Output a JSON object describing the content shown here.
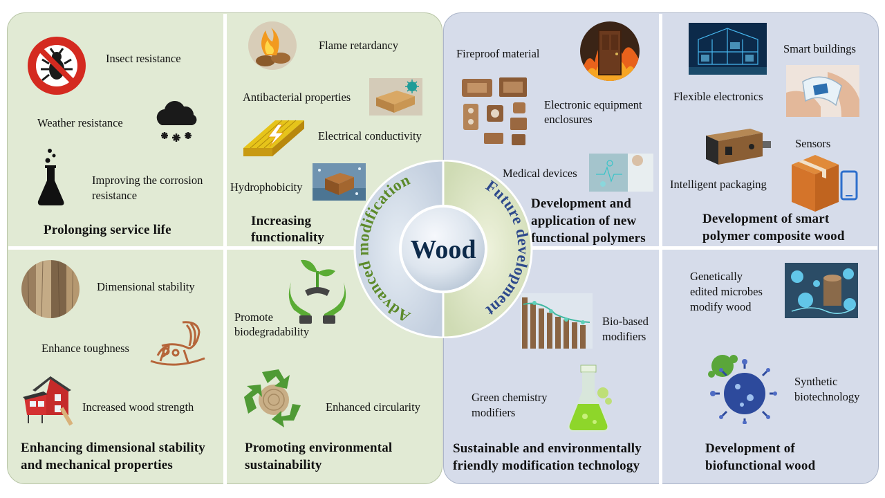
{
  "center": {
    "title": "Wood",
    "left_arc_label": "Advanced modification",
    "right_arc_label": "Future development"
  },
  "left": {
    "q1": {
      "heading": "Prolonging service life",
      "items": [
        "Insect resistance",
        "Weather resistance",
        "Improving the corrosion",
        "resistance"
      ]
    },
    "q2": {
      "heading_line1": "Increasing",
      "heading_line2": "functionality",
      "items": [
        "Flame retardancy",
        "Antibacterial  properties",
        "Electrical  conductivity",
        "Hydrophobicity"
      ]
    },
    "q3": {
      "heading_line1": "Enhancing dimensional stability",
      "heading_line2": "and mechanical properties",
      "items": [
        "Dimensional  stability",
        "Enhance toughness",
        "Increased wood strength"
      ]
    },
    "q4": {
      "heading_line1": "Promoting environmental",
      "heading_line2": "sustainability",
      "items": [
        "Promote",
        "biodegradability",
        "Enhanced circularity"
      ]
    }
  },
  "right": {
    "q1": {
      "heading_line1": "Development and",
      "heading_line2": "application of new",
      "heading_line3": "functional polymers",
      "items": [
        "Fireproof material",
        "Electronic equipment",
        "enclosures",
        "Medical devices"
      ]
    },
    "q2": {
      "heading_line1": "Development of smart",
      "heading_line2": "polymer  composite wood",
      "items": [
        "Smart buildings",
        "Flexible  electronics",
        "Sensors",
        "Intelligent  packaging"
      ]
    },
    "q3": {
      "heading_line1": "Sustainable and environmentally",
      "heading_line2": "friendly  modification  technology",
      "items": [
        "Bio-based",
        "modifiers",
        "Green chemistry",
        "modifiers"
      ]
    },
    "q4": {
      "heading_line1": "Development of",
      "heading_line2": "biofunctional  wood",
      "items": [
        "Genetically",
        "edited microbes",
        "modify wood",
        "Synthetic",
        "biotechnology"
      ]
    }
  },
  "colors": {
    "left_bg": "#e1ead4",
    "right_bg": "#d6dcea",
    "arc_left_text": "#5c8a2a",
    "arc_right_text": "#2e4a8c"
  }
}
